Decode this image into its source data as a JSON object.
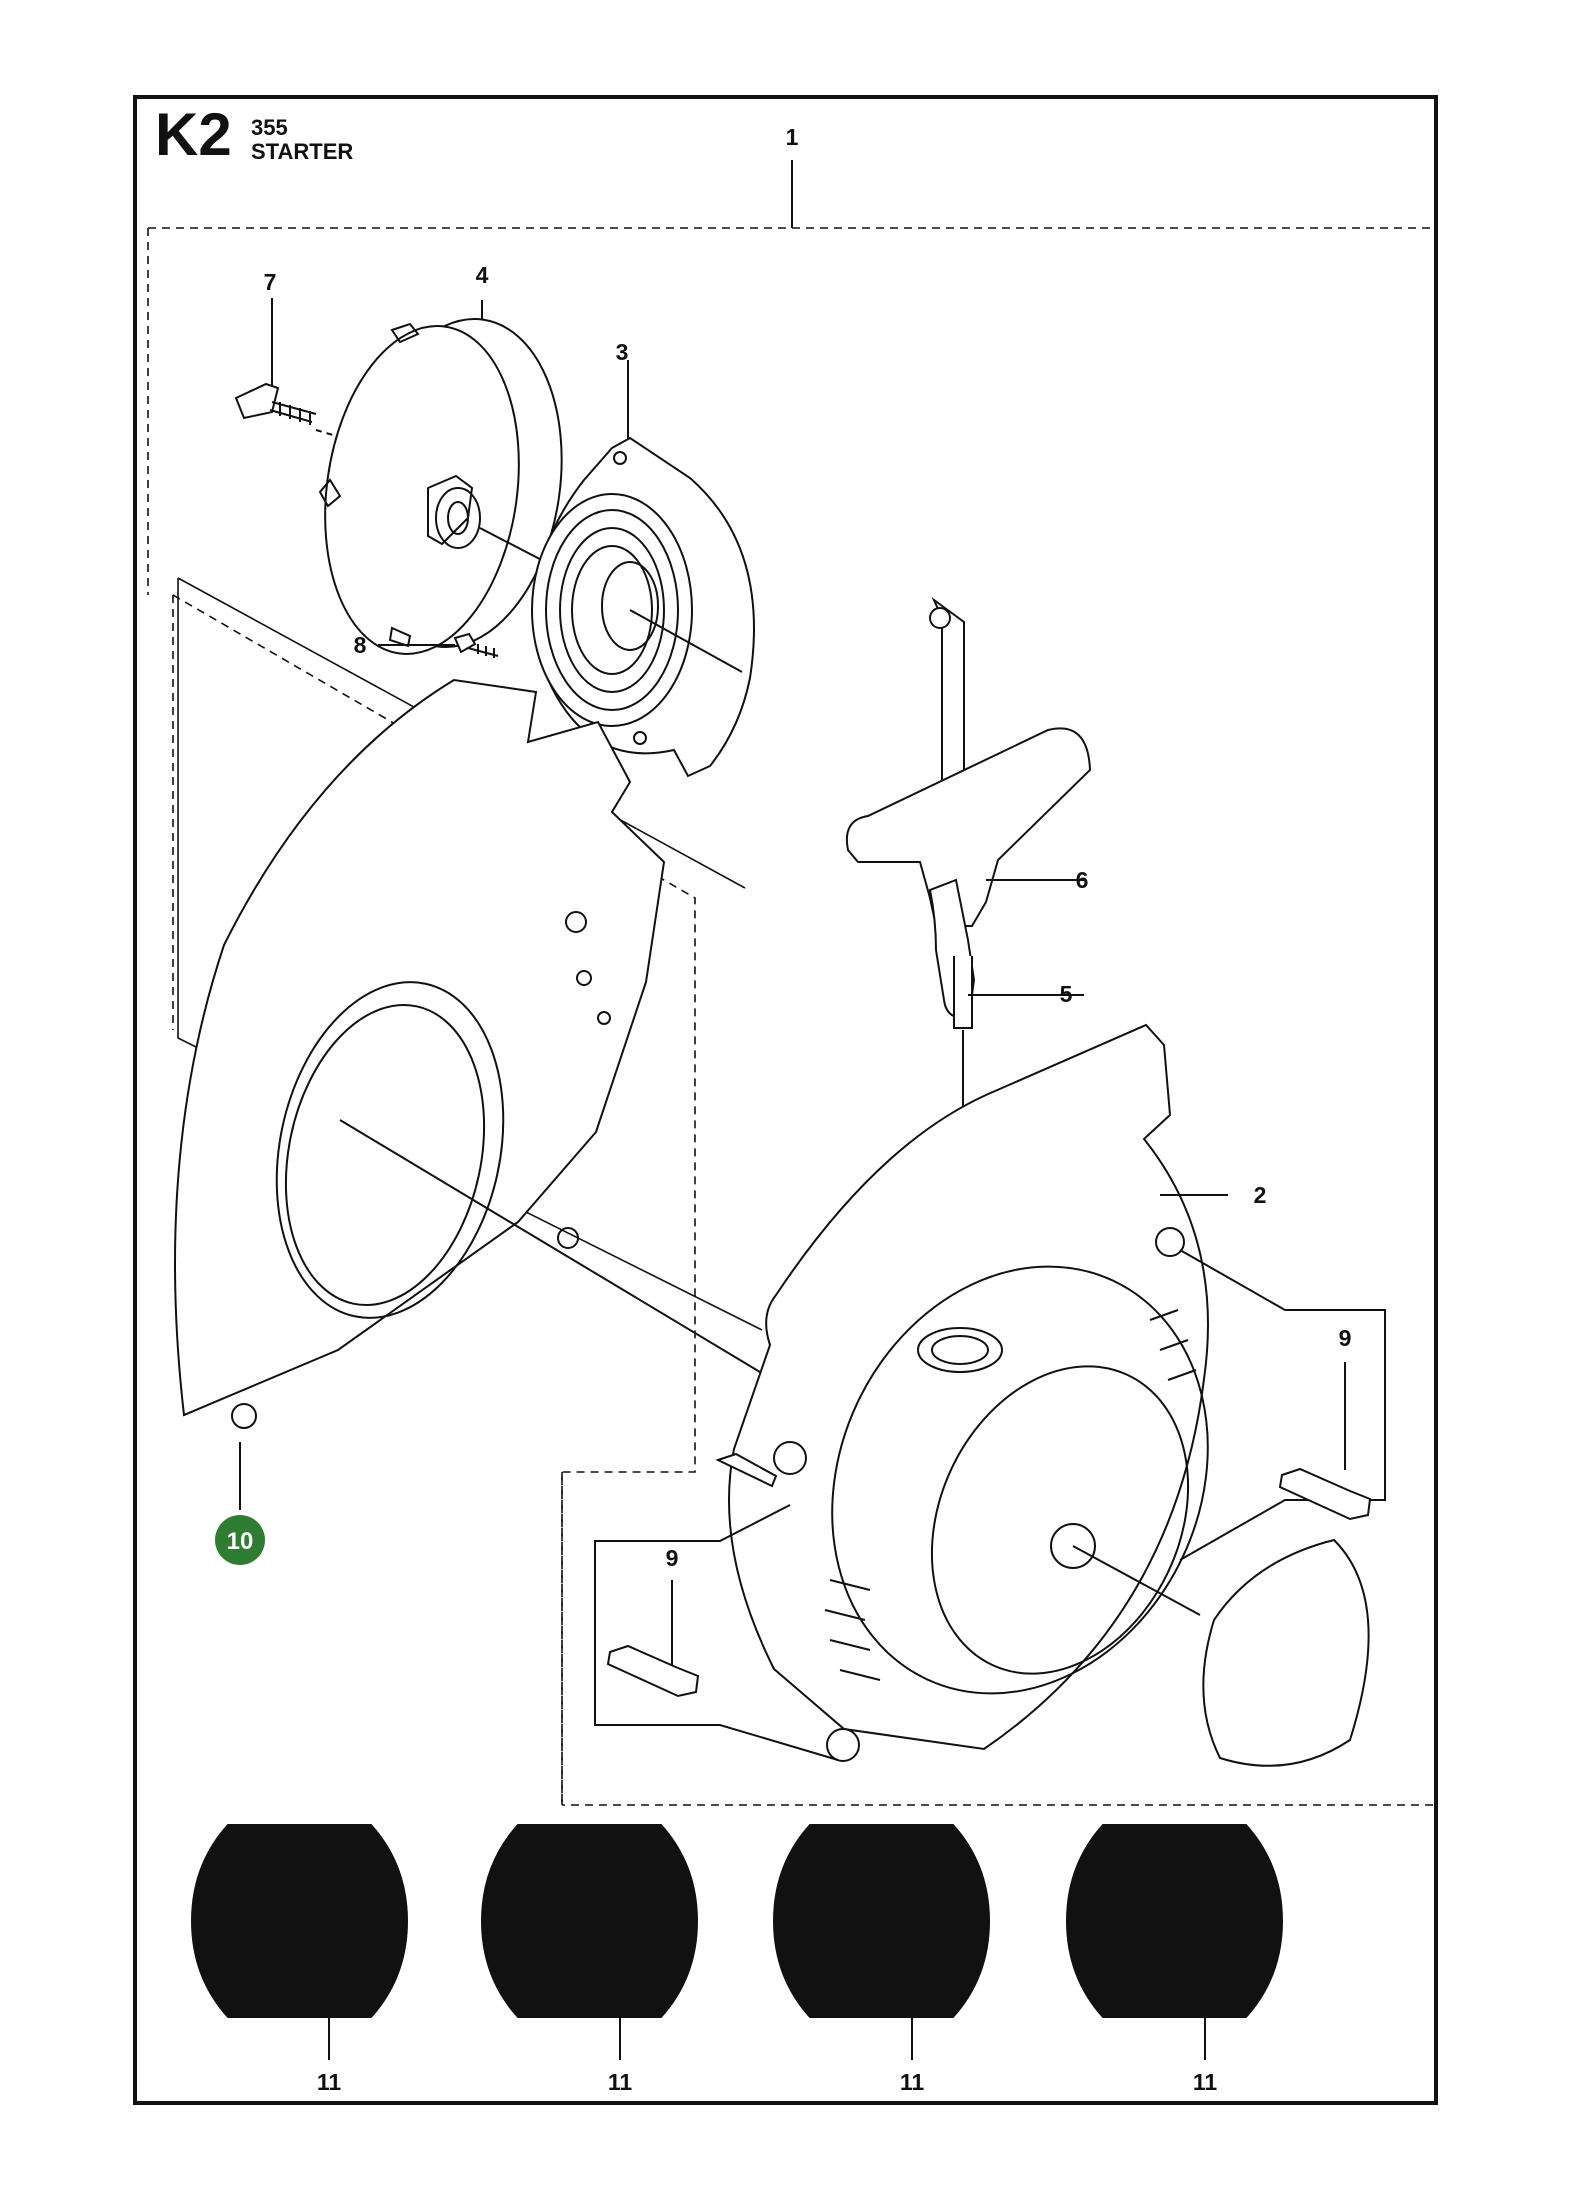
{
  "header": {
    "code": "K2",
    "model": "355",
    "subtitle": "STARTER"
  },
  "callouts": [
    {
      "id": "c1",
      "text": "1"
    },
    {
      "id": "c2",
      "text": "2"
    },
    {
      "id": "c3",
      "text": "3"
    },
    {
      "id": "c4",
      "text": "4"
    },
    {
      "id": "c5",
      "text": "5"
    },
    {
      "id": "c6",
      "text": "6"
    },
    {
      "id": "c7",
      "text": "7"
    },
    {
      "id": "c8",
      "text": "8"
    },
    {
      "id": "c9a",
      "text": "9"
    },
    {
      "id": "c9b",
      "text": "9"
    },
    {
      "id": "c10",
      "text": "10"
    },
    {
      "id": "c11a",
      "text": "11"
    },
    {
      "id": "c11b",
      "text": "11"
    },
    {
      "id": "c11c",
      "text": "11"
    },
    {
      "id": "c11d",
      "text": "11"
    }
  ],
  "colors": {
    "ink": "#111111",
    "badge": "#2e7d32"
  }
}
